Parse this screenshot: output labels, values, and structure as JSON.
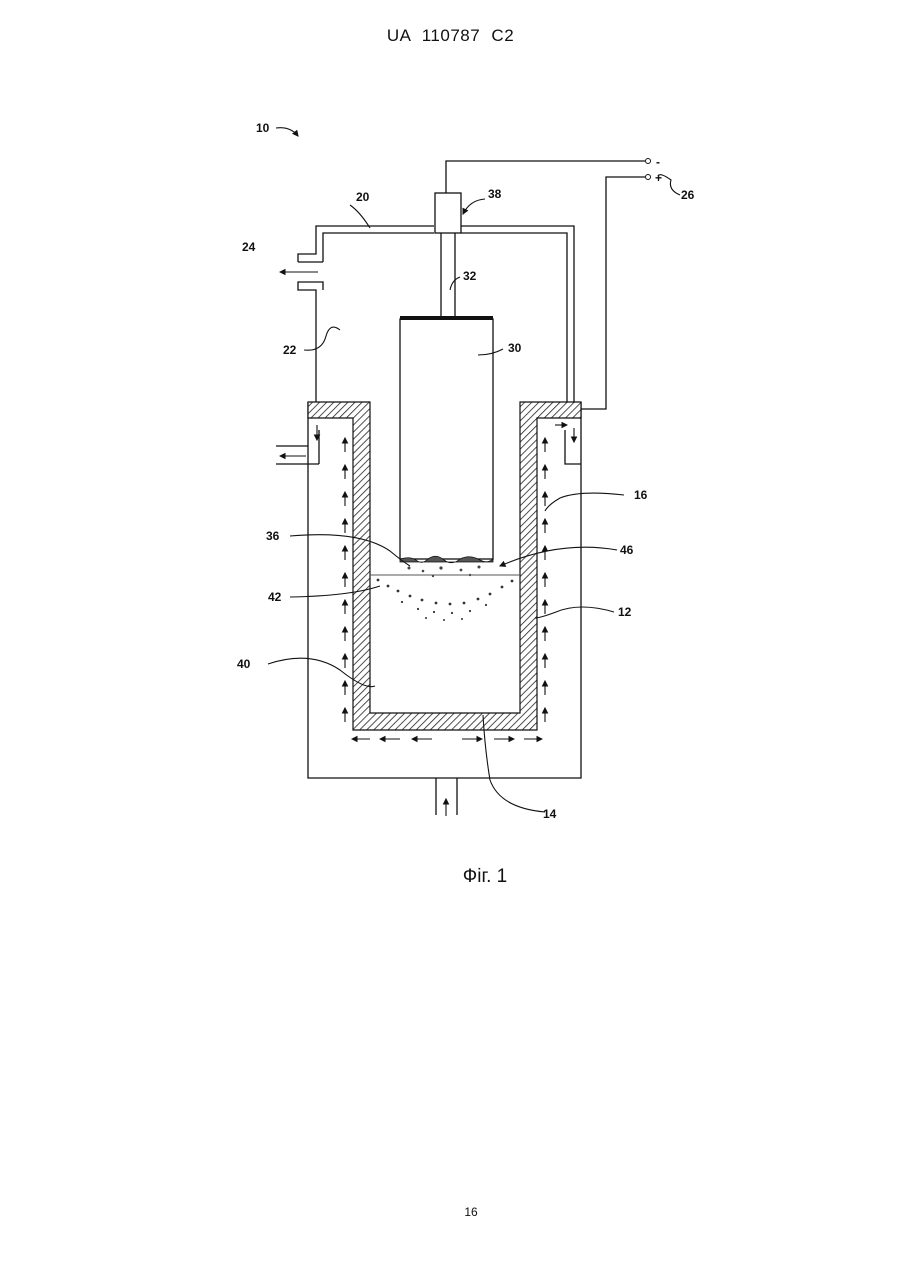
{
  "header": {
    "patent_number": "UA   110787   C2"
  },
  "figure": {
    "caption": "Фіг. 1",
    "labels": {
      "l10": "10",
      "l20": "20",
      "l38": "38",
      "l26": "26",
      "l24": "24",
      "l32": "32",
      "l22": "22",
      "l30": "30",
      "l16": "16",
      "l36": "36",
      "l46": "46",
      "l42": "42",
      "l12": "12",
      "l40": "40",
      "l14": "14"
    },
    "terminals": {
      "minus": "-",
      "plus": "+"
    }
  },
  "page_number": "16"
}
